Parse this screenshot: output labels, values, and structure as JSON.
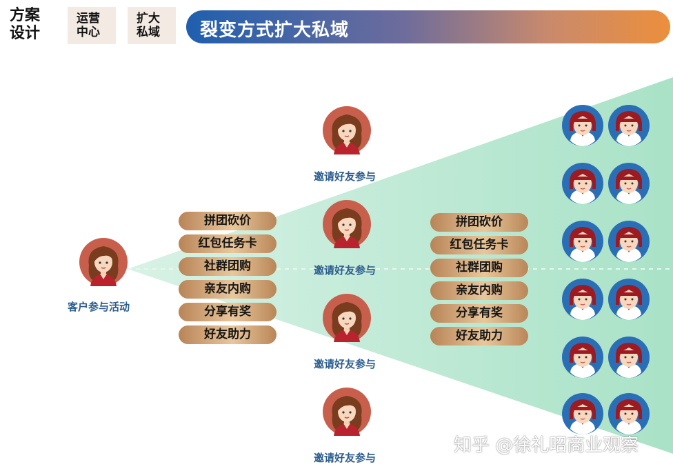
{
  "header": {
    "section": "方案设计",
    "section_line1": "方案",
    "section_line2": "设计",
    "tag1_line1": "运营",
    "tag1_line2": "中心",
    "tag2_line1": "扩大",
    "tag2_line2": "私域",
    "title": "裂变方式扩大私域"
  },
  "start": {
    "caption": "客户参与活动"
  },
  "methods_left": [
    "拼团砍价",
    "红包任务卡",
    "社群团购",
    "亲友内购",
    "分享有奖",
    "好友助力"
  ],
  "invite_caption": "邀请好友参与",
  "methods_right": [
    "拼团砍价",
    "红包任务卡",
    "社群团购",
    "亲友内购",
    "分享有奖",
    "好友助力"
  ],
  "watermark": "知乎 @徐礼昭商业观察",
  "colors": {
    "cone": "#bfe9d6",
    "banner_start": "#1f5fae",
    "banner_end": "#ec8f3c",
    "caption": "#2b5c8d"
  }
}
